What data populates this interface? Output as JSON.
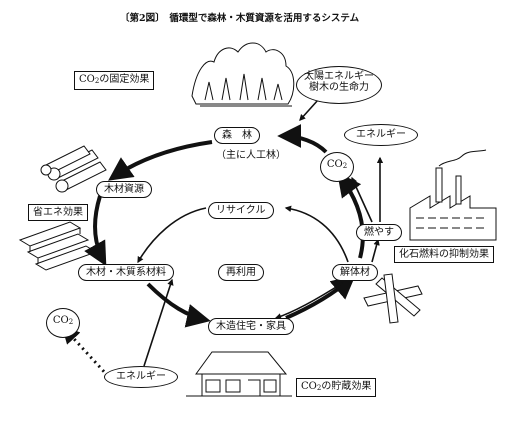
{
  "title": "〔第2図〕　循環型で森林・木質資源を活用するシステム",
  "nodes": {
    "forest": "森　林",
    "forest_sub": "（主に人工林）",
    "wood_resource": "木材資源",
    "recycle": "リサイクル",
    "wood_material": "木材・木質系材料",
    "reuse": "再利用",
    "dismantled": "解体材",
    "house": "木造住宅・家具",
    "burn": "燃やす",
    "co2_top": "CO",
    "co2_left": "CO",
    "energy_top": "エネルギー",
    "energy_bottom": "エネルギー",
    "solar_1": "太陽エネルギー",
    "solar_2": "樹木の生命力"
  },
  "effects": {
    "fixation_co2": "CO",
    "fixation_rest": "の固定効果",
    "energy_saving": "省エネ効果",
    "fossil_fuel": "化石燃料の抑制効果",
    "storage_co2": "CO",
    "storage_rest": "の貯蔵効果"
  },
  "subscript": "2",
  "colors": {
    "ink": "#111111",
    "paper": "#ffffff"
  }
}
